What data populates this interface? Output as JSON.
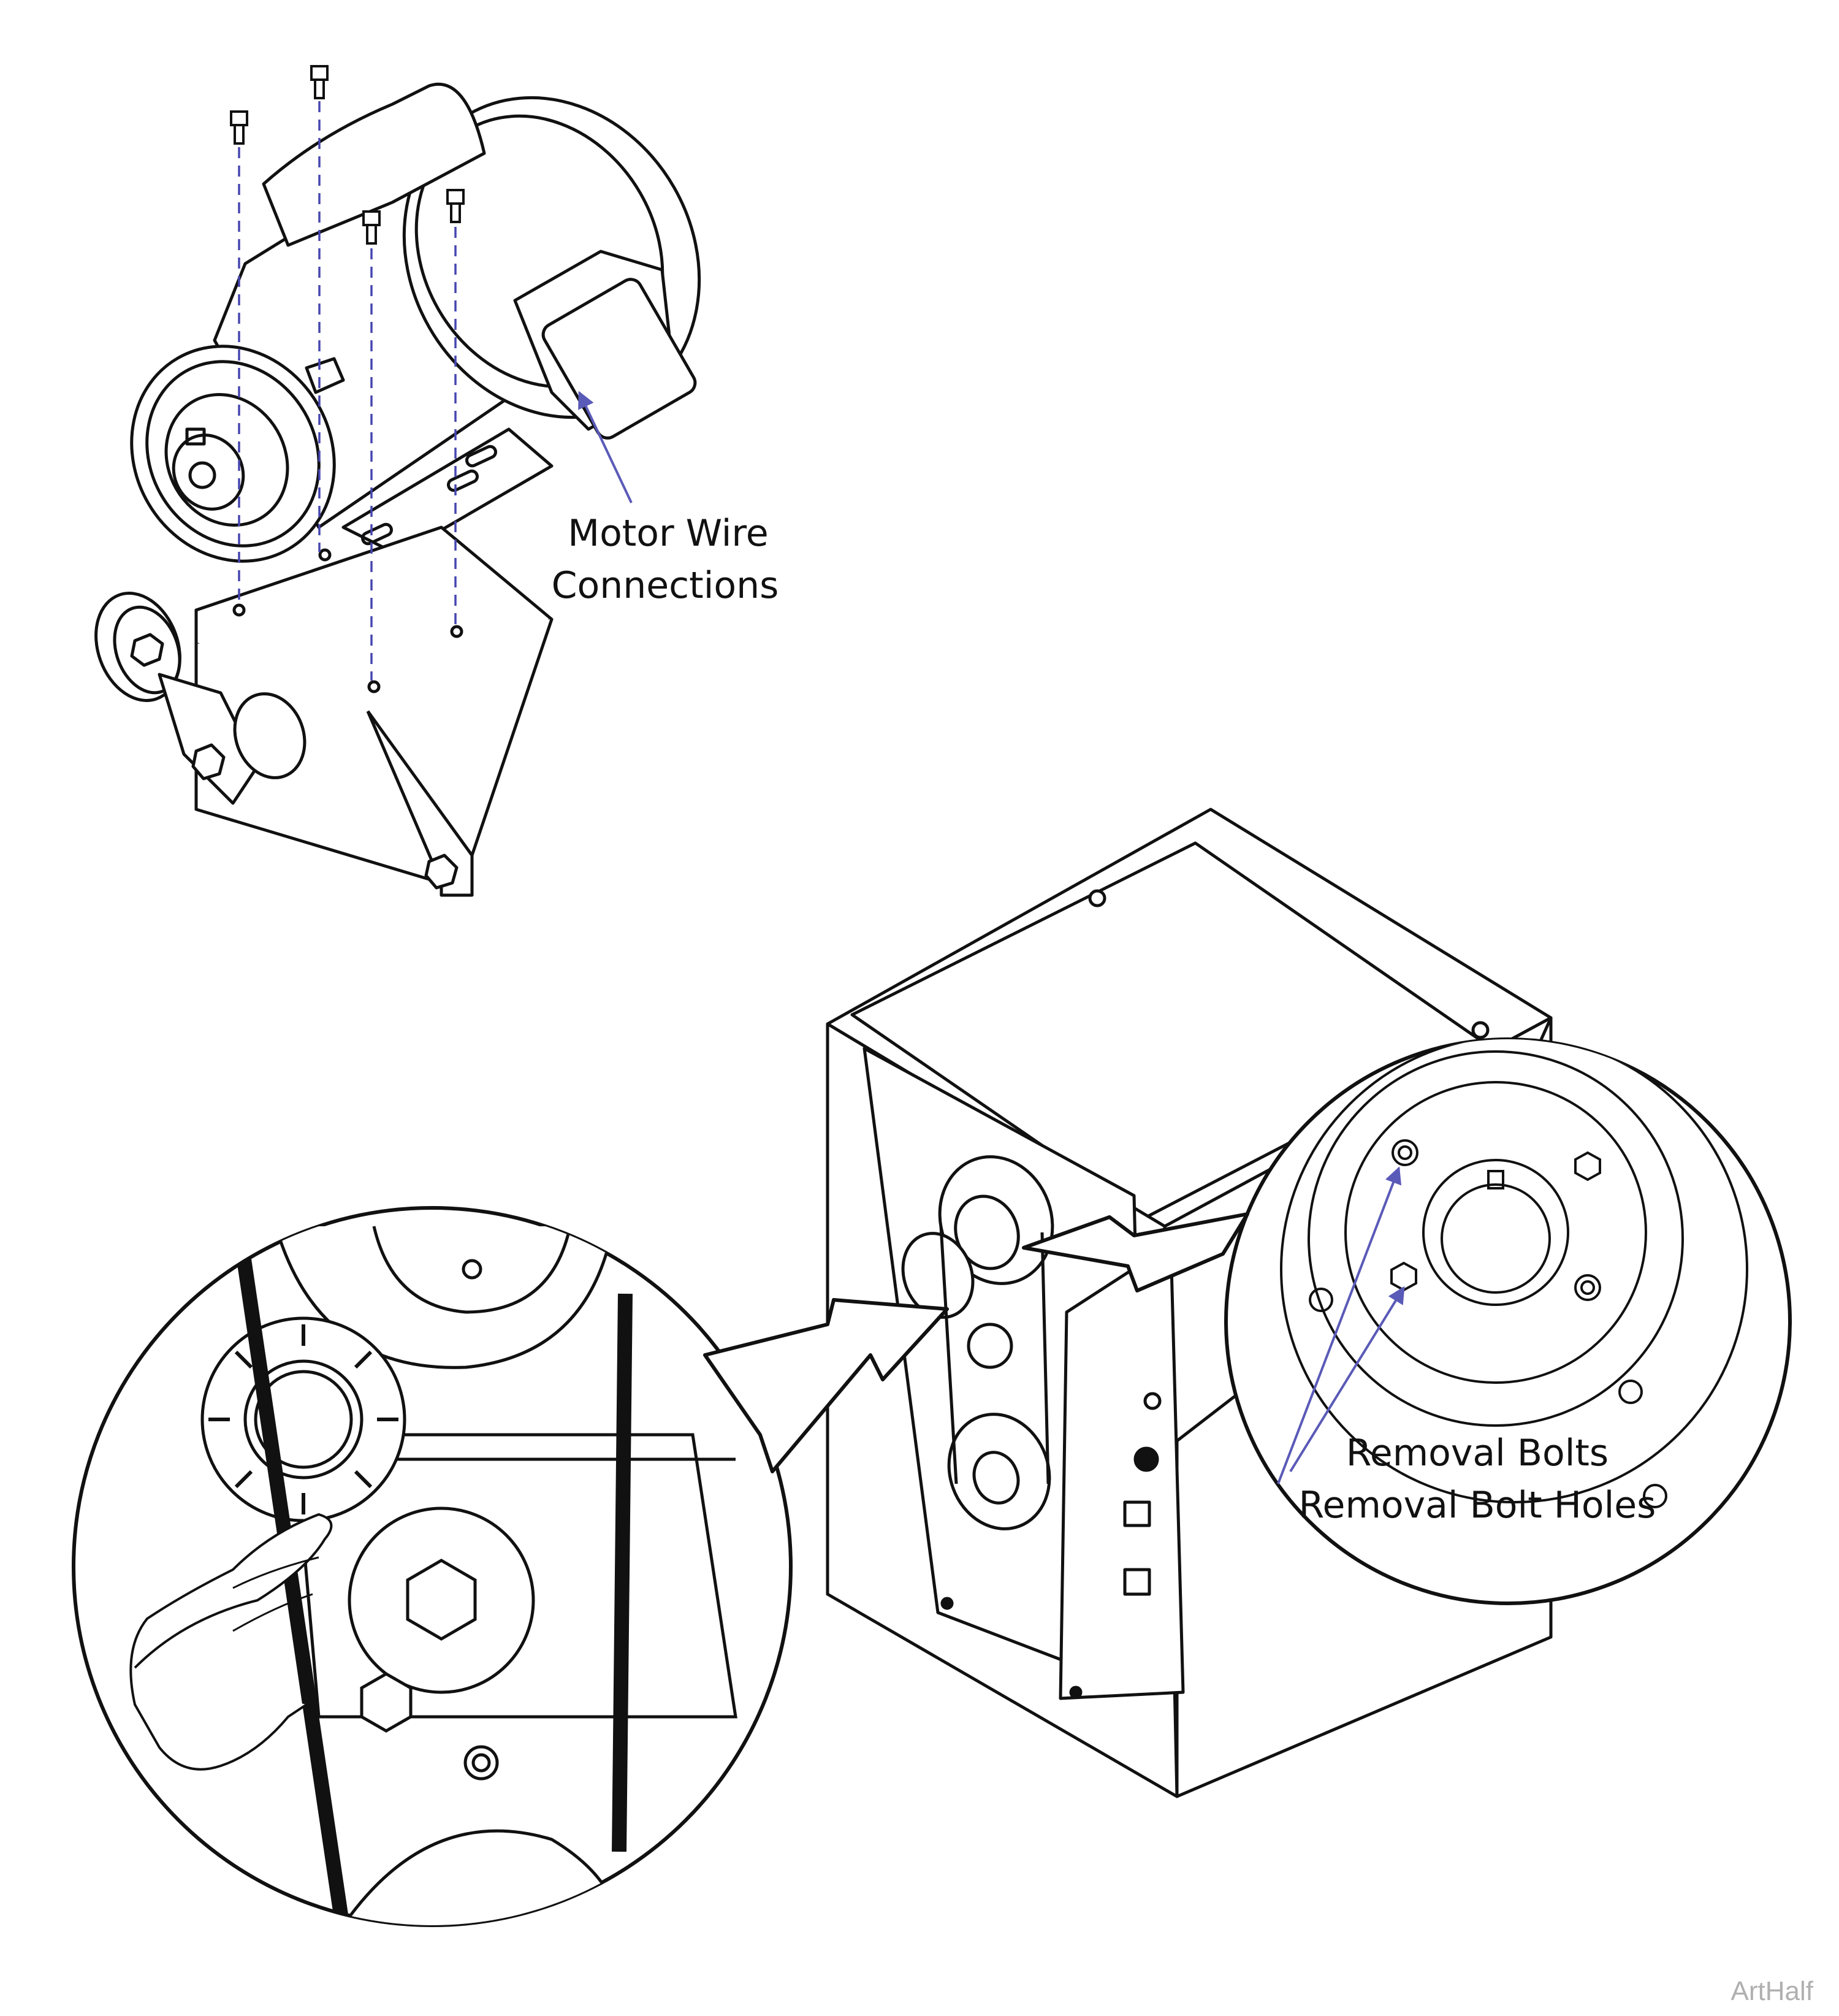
{
  "labels": {
    "motor_wire_line1": "Motor Wire",
    "motor_wire_line2": "Connections",
    "removal_bolts": "Removal Bolts",
    "removal_bolt_holes": "Removal Bolt Holes"
  },
  "watermark": "ArtHalf",
  "colors": {
    "line": "#111111",
    "callout_arrow": "#5a5ab8",
    "bolt_guide": "#4646b0",
    "watermark": "#b0b0b0"
  }
}
